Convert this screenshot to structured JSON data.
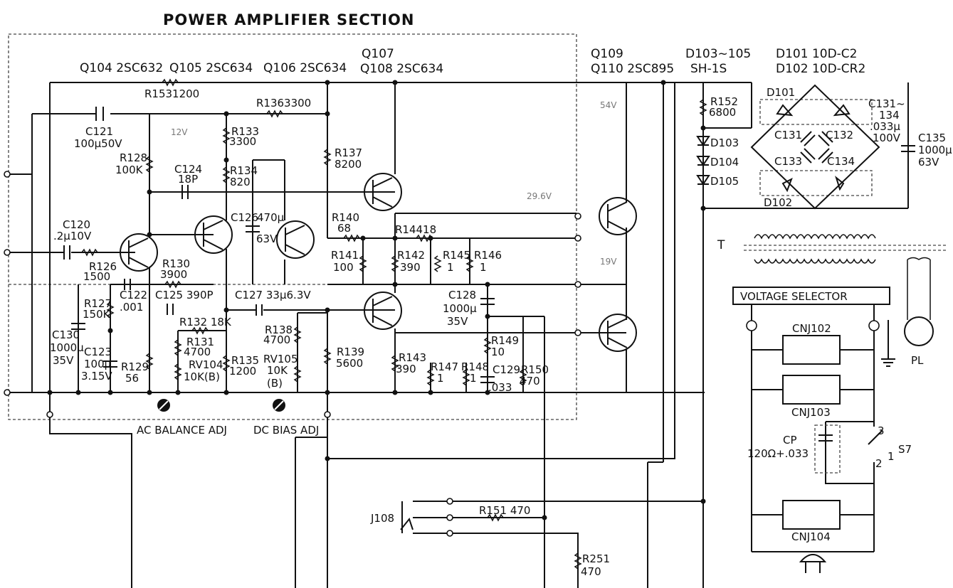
{
  "title": "POWER AMPLIFIER SECTION",
  "transistors": [
    {
      "id": "q104",
      "label": "Q104 2SC632"
    },
    {
      "id": "q105",
      "label": "Q105 2SC634"
    },
    {
      "id": "q106",
      "label": "Q106 2SC634"
    },
    {
      "id": "q107",
      "label": "Q107"
    },
    {
      "id": "q108",
      "label": "Q108 2SC634"
    },
    {
      "id": "q109",
      "label": "Q109"
    },
    {
      "id": "q110",
      "label": "Q110 2SC895"
    },
    {
      "id": "d103",
      "label": "D103~105"
    },
    {
      "id": "d103b",
      "label": "SH-1S"
    },
    {
      "id": "d101",
      "label": "D101 10D-C2"
    },
    {
      "id": "d102",
      "label": "D102 10D-CR2"
    }
  ],
  "components": [
    {
      "id": "r153",
      "text": "R1531200"
    },
    {
      "id": "r136",
      "text": "R1363300"
    },
    {
      "id": "c121a",
      "text": "C121"
    },
    {
      "id": "c121b",
      "text": "100μ50V"
    },
    {
      "id": "r133a",
      "text": "R133"
    },
    {
      "id": "r133b",
      "text": "3300"
    },
    {
      "id": "r128a",
      "text": "R128"
    },
    {
      "id": "r128b",
      "text": "100K"
    },
    {
      "id": "c124a",
      "text": "C124"
    },
    {
      "id": "c124b",
      "text": "18P"
    },
    {
      "id": "r134a",
      "text": "R134"
    },
    {
      "id": "r134b",
      "text": "820"
    },
    {
      "id": "r137a",
      "text": "R137"
    },
    {
      "id": "r137b",
      "text": "8200"
    },
    {
      "id": "c126a",
      "text": "C126"
    },
    {
      "id": "c126b",
      "text": "470μ"
    },
    {
      "id": "c126c",
      "text": "63V"
    },
    {
      "id": "r140a",
      "text": "R140"
    },
    {
      "id": "r140b",
      "text": "68"
    },
    {
      "id": "r144",
      "text": "R14418"
    },
    {
      "id": "c120a",
      "text": "C120"
    },
    {
      "id": "c120b",
      "text": ".2μ10V"
    },
    {
      "id": "r126a",
      "text": "R126"
    },
    {
      "id": "r126b",
      "text": "1500"
    },
    {
      "id": "r130a",
      "text": "R130"
    },
    {
      "id": "r130b",
      "text": "3900"
    },
    {
      "id": "r141a",
      "text": "R141"
    },
    {
      "id": "r141b",
      "text": "100"
    },
    {
      "id": "r142a",
      "text": "R142"
    },
    {
      "id": "r142b",
      "text": "390"
    },
    {
      "id": "r145a",
      "text": "R145"
    },
    {
      "id": "r145b",
      "text": "1"
    },
    {
      "id": "r146a",
      "text": "R146"
    },
    {
      "id": "r146b",
      "text": "1"
    },
    {
      "id": "r127a",
      "text": "R127"
    },
    {
      "id": "r127b",
      "text": "150K"
    },
    {
      "id": "c122a",
      "text": "C122"
    },
    {
      "id": "c122b",
      "text": ".001"
    },
    {
      "id": "c125",
      "text": "C125 390P"
    },
    {
      "id": "c127",
      "text": "C127 33μ6.3V"
    },
    {
      "id": "c128a",
      "text": "C128"
    },
    {
      "id": "c128b",
      "text": "1000μ"
    },
    {
      "id": "c128c",
      "text": "35V"
    },
    {
      "id": "c130a",
      "text": "C130"
    },
    {
      "id": "c130b",
      "text": "1000μ"
    },
    {
      "id": "c130c",
      "text": "35V"
    },
    {
      "id": "r132",
      "text": "R132 18K"
    },
    {
      "id": "r131a",
      "text": "R131"
    },
    {
      "id": "r131b",
      "text": "4700"
    },
    {
      "id": "rv104a",
      "text": "RV104"
    },
    {
      "id": "rv104b",
      "text": "10K(B)"
    },
    {
      "id": "r135a",
      "text": "R135"
    },
    {
      "id": "r135b",
      "text": "1200"
    },
    {
      "id": "r138a",
      "text": "R138"
    },
    {
      "id": "r138b",
      "text": "4700"
    },
    {
      "id": "rv105a",
      "text": "RV105"
    },
    {
      "id": "rv105b",
      "text": "10K"
    },
    {
      "id": "rv105c",
      "text": "(B)"
    },
    {
      "id": "r139a",
      "text": "R139"
    },
    {
      "id": "r139b",
      "text": "5600"
    },
    {
      "id": "c123a",
      "text": "C123"
    },
    {
      "id": "c123b",
      "text": "100μ"
    },
    {
      "id": "c123c",
      "text": "3.15V"
    },
    {
      "id": "r129a",
      "text": "R129"
    },
    {
      "id": "r129b",
      "text": "56"
    },
    {
      "id": "r143a",
      "text": "R143"
    },
    {
      "id": "r143b",
      "text": "390"
    },
    {
      "id": "r147a",
      "text": "R147"
    },
    {
      "id": "r147b",
      "text": "1"
    },
    {
      "id": "r148a",
      "text": "R148"
    },
    {
      "id": "r148b",
      "text": "1"
    },
    {
      "id": "r149a",
      "text": "R149"
    },
    {
      "id": "r149b",
      "text": "10"
    },
    {
      "id": "c129a",
      "text": "C129"
    },
    {
      "id": "c129b",
      "text": ".033"
    },
    {
      "id": "r150a",
      "text": "R150"
    },
    {
      "id": "r150b",
      "text": "470"
    },
    {
      "id": "r152a",
      "text": "R152"
    },
    {
      "id": "r152b",
      "text": "6800"
    },
    {
      "id": "d101l",
      "text": "D101"
    },
    {
      "id": "d102l",
      "text": "D102"
    },
    {
      "id": "d103l",
      "text": "D103"
    },
    {
      "id": "d104l",
      "text": "D104"
    },
    {
      "id": "d105l",
      "text": "D105"
    },
    {
      "id": "c131a",
      "text": "C131~"
    },
    {
      "id": "c131b",
      "text": "134"
    },
    {
      "id": "c131c",
      "text": ".033μ"
    },
    {
      "id": "c131d",
      "text": "100V"
    },
    {
      "id": "c131l",
      "text": "C131"
    },
    {
      "id": "c132l",
      "text": "C132"
    },
    {
      "id": "c133l",
      "text": "C133"
    },
    {
      "id": "c134l",
      "text": "C134"
    },
    {
      "id": "c135a",
      "text": "C135"
    },
    {
      "id": "c135b",
      "text": "1000μ"
    },
    {
      "id": "c135c",
      "text": "63V"
    },
    {
      "id": "tl",
      "text": "T"
    },
    {
      "id": "cnj102",
      "text": "CNJ102"
    },
    {
      "id": "cnj103",
      "text": "CNJ103"
    },
    {
      "id": "cnj104",
      "text": "CNJ104"
    },
    {
      "id": "cpa",
      "text": "CP"
    },
    {
      "id": "cpb",
      "text": "120Ω+.033"
    },
    {
      "id": "s7",
      "text": "S7"
    },
    {
      "id": "s3",
      "text": "3"
    },
    {
      "id": "s2",
      "text": "2"
    },
    {
      "id": "s1",
      "text": "1"
    },
    {
      "id": "pl",
      "text": "PL"
    },
    {
      "id": "j108",
      "text": "J108"
    },
    {
      "id": "r151",
      "text": "R151 470"
    },
    {
      "id": "r251a",
      "text": "R251"
    },
    {
      "id": "r251b",
      "text": "470"
    },
    {
      "id": "ac_adj",
      "text": "AC BALANCE ADJ"
    },
    {
      "id": "dc_adj",
      "text": "DC BIAS ADJ"
    }
  ],
  "voltage_selector": "VOLTAGE SELECTOR",
  "voltages": [
    {
      "id": "v12",
      "text": "12V"
    },
    {
      "id": "v54",
      "text": "54V"
    },
    {
      "id": "v296",
      "text": "29.6V"
    },
    {
      "id": "v19",
      "text": "19V"
    }
  ]
}
